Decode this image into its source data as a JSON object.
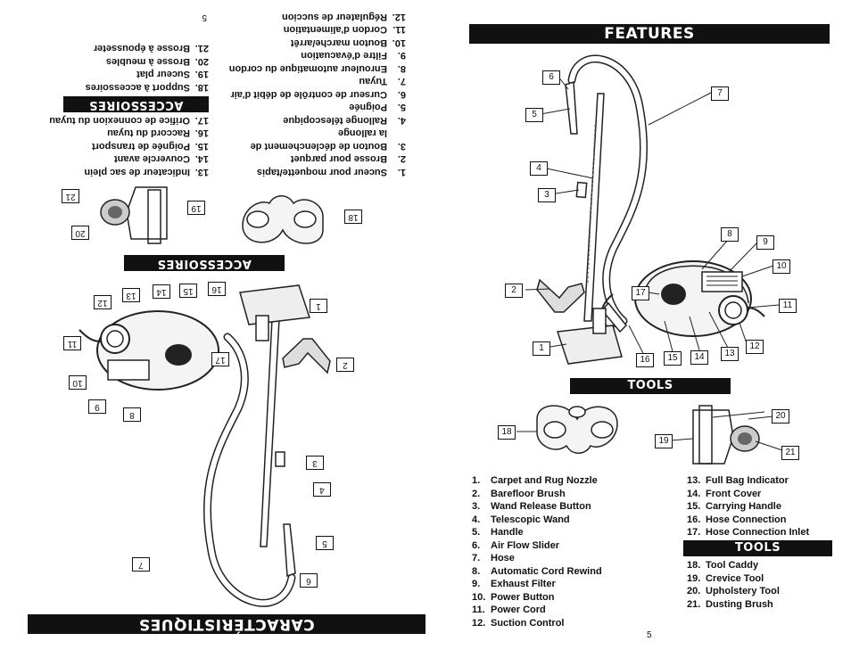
{
  "features_title": "FEATURES",
  "tools_title": "TOOLS",
  "caracteristiques_title": "CARACTÉRISTIQUES",
  "accessoires_title": "ACCESSOIRES",
  "page_number": "5",
  "features_list_left": [
    {
      "num": "1.",
      "label": "Carpet and Rug Nozzle"
    },
    {
      "num": "2.",
      "label": "Barefloor Brush"
    },
    {
      "num": "3.",
      "label": "Wand Release Button"
    },
    {
      "num": "4.",
      "label": "Telescopic Wand"
    },
    {
      "num": "5.",
      "label": "Handle"
    },
    {
      "num": "6.",
      "label": "Air Flow Slider"
    },
    {
      "num": "7.",
      "label": "Hose"
    },
    {
      "num": "8.",
      "label": "Automatic Cord Rewind"
    },
    {
      "num": "9.",
      "label": "Exhaust Filter"
    },
    {
      "num": "10.",
      "label": "Power Button"
    },
    {
      "num": "11.",
      "label": "Power Cord"
    },
    {
      "num": "12.",
      "label": "Suction Control"
    }
  ],
  "features_list_right": [
    {
      "num": "13.",
      "label": "Full Bag Indicator"
    },
    {
      "num": "14.",
      "label": "Front Cover"
    },
    {
      "num": "15.",
      "label": "Carrying Handle"
    },
    {
      "num": "16.",
      "label": "Hose Connection"
    },
    {
      "num": "17.",
      "label": "Hose Connection Inlet"
    }
  ],
  "tools_list": [
    {
      "num": "18.",
      "label": "Tool Caddy"
    },
    {
      "num": "19.",
      "label": "Crevice Tool"
    },
    {
      "num": "20.",
      "label": "Upholstery Tool"
    },
    {
      "num": "21.",
      "label": "Dusting Brush"
    }
  ],
  "fr_list_a": [
    {
      "num": "1.",
      "label": "Suceur pour moquette/tapis"
    },
    {
      "num": "2.",
      "label": "Brosse pour parquet"
    },
    {
      "num": "3.",
      "label": "Bouton de déclenchement de la rallonge"
    },
    {
      "num": "4.",
      "label": "Rallonge télescopique"
    },
    {
      "num": "5.",
      "label": "Poignée"
    },
    {
      "num": "6.",
      "label": "Curseur de contrôle de débit d'air"
    },
    {
      "num": "7.",
      "label": "Tuyau"
    },
    {
      "num": "8.",
      "label": "Enrouleur automatique du cordon"
    },
    {
      "num": "9.",
      "label": "Filtre d'évacuation"
    },
    {
      "num": "10.",
      "label": "Bouton marche/arrêt"
    },
    {
      "num": "11.",
      "label": "Cordon d'alimentation"
    },
    {
      "num": "12.",
      "label": "Régulateur de succion"
    }
  ],
  "fr_list_b": [
    {
      "num": "13.",
      "label": "Indicateur de sac plein"
    },
    {
      "num": "14.",
      "label": "Couvercle avant"
    },
    {
      "num": "15.",
      "label": "Poignée de transport"
    },
    {
      "num": "16.",
      "label": "Raccord du tuyau"
    },
    {
      "num": "17.",
      "label": "Orifice de connexion du tuyau"
    }
  ],
  "fr_accessoires": [
    {
      "num": "18.",
      "label": "Support à accessoires"
    },
    {
      "num": "19.",
      "label": "Suceur plat"
    },
    {
      "num": "20.",
      "label": "Brosse à meubles"
    },
    {
      "num": "21.",
      "label": "Brosse à épousseter"
    }
  ],
  "callouts": [
    "1",
    "2",
    "3",
    "4",
    "5",
    "6",
    "7",
    "8",
    "9",
    "10",
    "11",
    "12",
    "13",
    "14",
    "15",
    "16",
    "17",
    "18",
    "19",
    "20",
    "21"
  ]
}
